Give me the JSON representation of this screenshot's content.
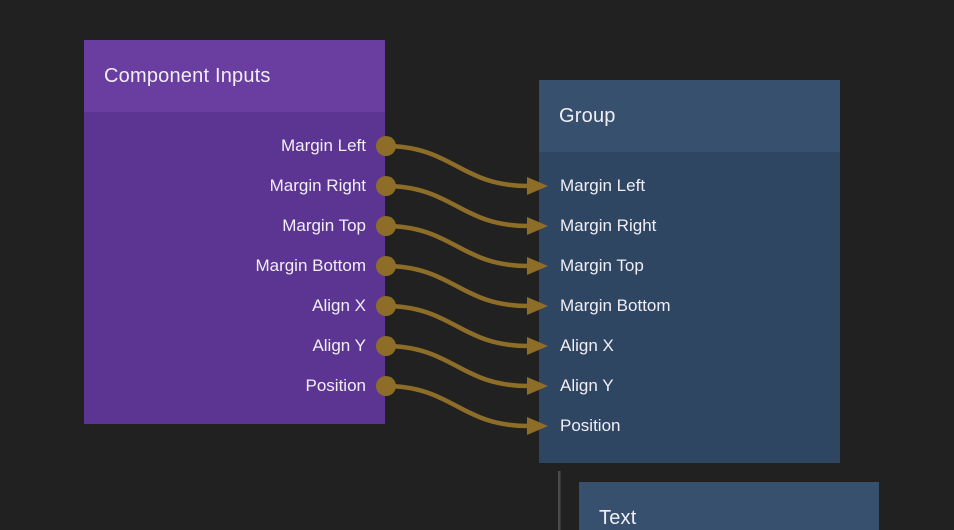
{
  "editor": {
    "kind_label": "node graph"
  },
  "colors": {
    "background": "#212121",
    "text": "#f1eef5",
    "wire": "#8e6d28",
    "stub_wire": "#4b4b4b"
  },
  "nodes": [
    {
      "id": "component-inputs",
      "title": "Component Inputs",
      "header_color": "#6a3da0",
      "body_color": "#5c3592",
      "port_side": "right",
      "ports": [
        "Margin Left",
        "Margin Right",
        "Margin Top",
        "Margin Bottom",
        "Align X",
        "Align Y",
        "Position"
      ]
    },
    {
      "id": "group",
      "title": "Group",
      "header_color": "#36506e",
      "body_color": "#2f4663",
      "port_side": "left",
      "ports": [
        "Margin Left",
        "Margin Right",
        "Margin Top",
        "Margin Bottom",
        "Align X",
        "Align Y",
        "Position"
      ]
    },
    {
      "id": "text",
      "title": "Text",
      "header_color": "#36506e",
      "body_color": "#2f4663",
      "port_side": "left",
      "ports": []
    }
  ],
  "connections": [
    {
      "from_node": "component-inputs",
      "from_port": "Margin Left",
      "to_node": "group",
      "to_port": "Margin Left"
    },
    {
      "from_node": "component-inputs",
      "from_port": "Margin Right",
      "to_node": "group",
      "to_port": "Margin Right"
    },
    {
      "from_node": "component-inputs",
      "from_port": "Margin Top",
      "to_node": "group",
      "to_port": "Margin Top"
    },
    {
      "from_node": "component-inputs",
      "from_port": "Margin Bottom",
      "to_node": "group",
      "to_port": "Margin Bottom"
    },
    {
      "from_node": "component-inputs",
      "from_port": "Align X",
      "to_node": "group",
      "to_port": "Align X"
    },
    {
      "from_node": "component-inputs",
      "from_port": "Align Y",
      "to_node": "group",
      "to_port": "Align Y"
    },
    {
      "from_node": "component-inputs",
      "from_port": "Position",
      "to_node": "group",
      "to_port": "Position"
    }
  ]
}
